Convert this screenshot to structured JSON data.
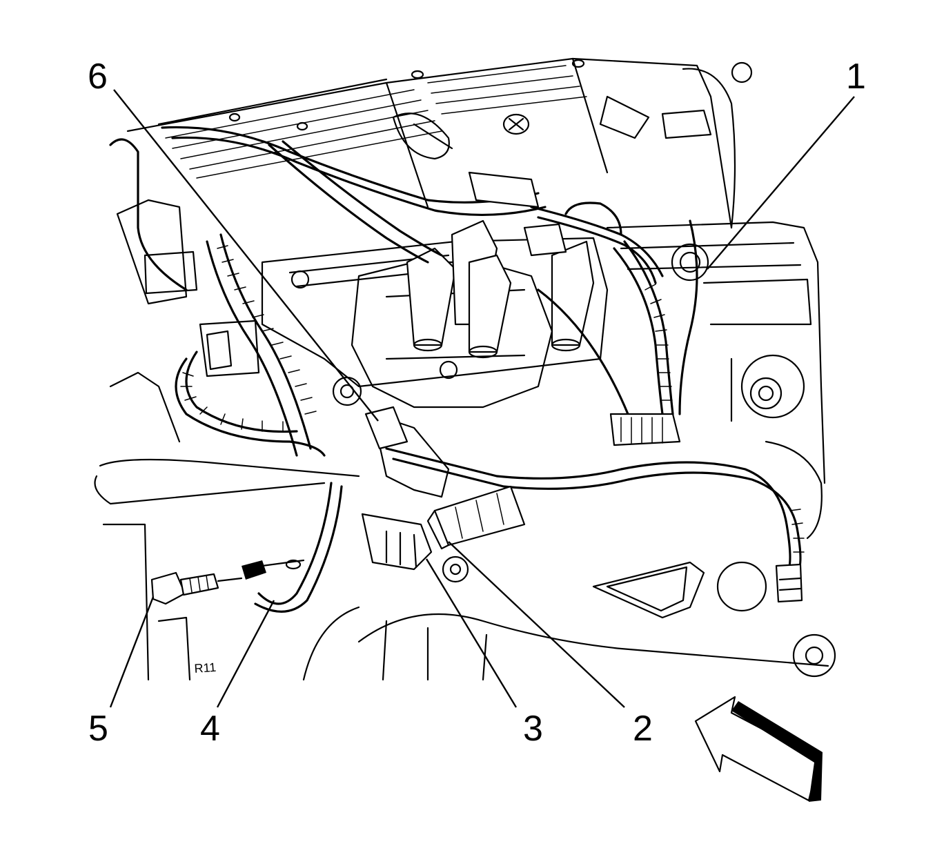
{
  "figure": {
    "callouts": [
      {
        "id": "1",
        "label": "1"
      },
      {
        "id": "2",
        "label": "2"
      },
      {
        "id": "3",
        "label": "3"
      },
      {
        "id": "4",
        "label": "4"
      },
      {
        "id": "5",
        "label": "5"
      },
      {
        "id": "6",
        "label": "6"
      }
    ],
    "engraved_text": "R11",
    "view_arrow": "view-direction-arrow",
    "colors": {
      "ink": "#000000",
      "paper": "#ffffff"
    }
  }
}
